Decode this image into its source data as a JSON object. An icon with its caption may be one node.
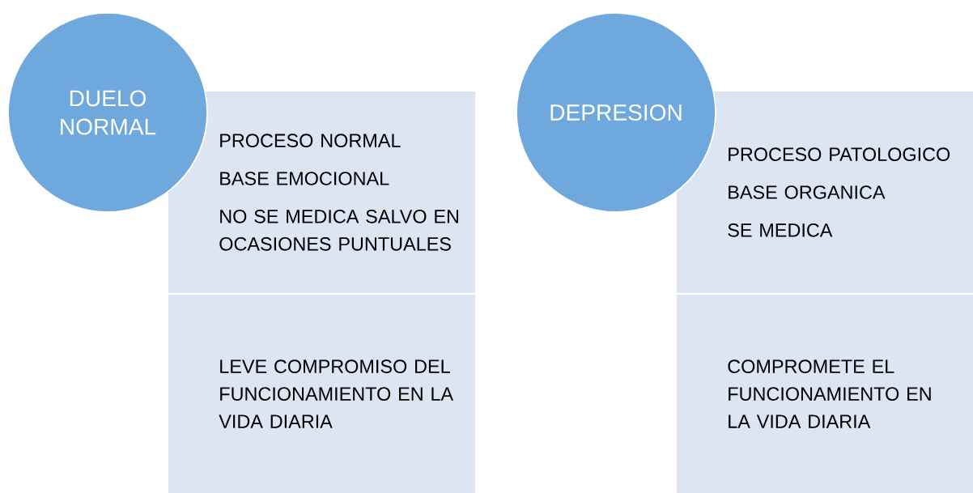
{
  "diagram": {
    "nodes": [
      {
        "text": [
          "DUELO NORMAL"
        ]
      },
      {
        "text": [
          "PROCESO NORMAL",
          "BASE EMOCIONAL",
          "NO SE MEDICA SALVO EN OCASIONES PUNTUALES"
        ]
      },
      {
        "text": [
          "LEVE COMPROMISO DEL FUNCIONAMIENTO EN LA VIDA DIARIA"
        ]
      },
      {
        "text": [
          "DEPRESION"
        ]
      },
      {
        "text": [
          "PROCESO PATOLOGICO",
          "BASE ORGANICA",
          "SE MEDICA"
        ]
      },
      {
        "text": [
          "COMPROMETE EL FUNCIONAMIENTO EN LA VIDA DIARIA"
        ]
      }
    ],
    "edges": []
  }
}
